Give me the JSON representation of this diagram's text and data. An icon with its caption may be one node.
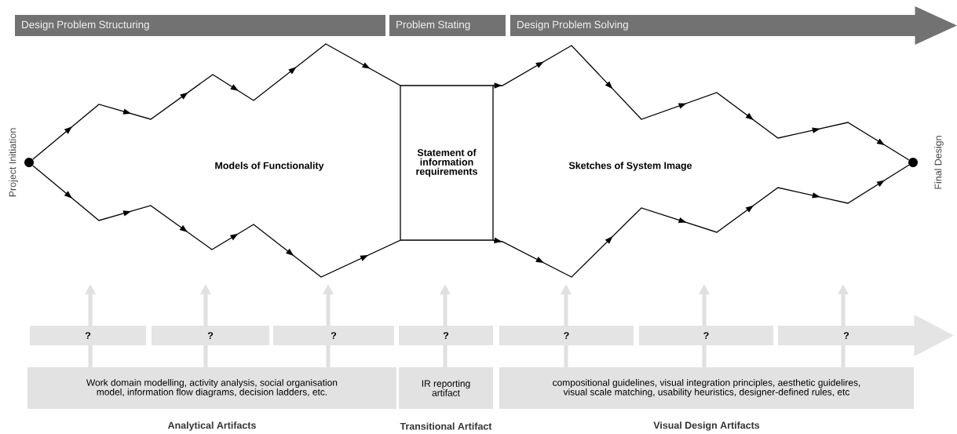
{
  "diagram": {
    "nodes": [
      {
        "text": [
          "Design Problem Structuring"
        ]
      },
      {
        "text": [
          "Problem Stating"
        ]
      },
      {
        "text": [
          "Design Problem Solving"
        ]
      },
      {
        "text": [],
        "shape": "circle",
        "beside": [
          "Project Initiation"
        ]
      },
      {
        "text": [
          "Statement of information requirements"
        ]
      },
      {
        "text": [],
        "shape": "circle",
        "beside": [
          "Final Design"
        ]
      },
      {
        "text": [
          "?"
        ]
      },
      {
        "text": [
          "?"
        ]
      },
      {
        "text": [
          "?"
        ]
      },
      {
        "text": [
          "?"
        ]
      },
      {
        "text": [
          "?"
        ]
      },
      {
        "text": [
          "?"
        ]
      },
      {
        "text": [
          "?"
        ]
      },
      {
        "text": [
          "Work domain modelling, activity analysis, social organisation model, information flow diagrams, decision ladders, etc.",
          "Analytical Artifacts"
        ]
      },
      {
        "text": [
          "IR reporting artifact",
          "Transitional Artifact"
        ]
      },
      {
        "text": [
          "compositional guidelines, visual integration principles, aesthetic guidelires, visual scale matching, usability heuristics, designer-defined rules, etc",
          "Visual Design Artifacts"
        ]
      }
    ],
    "edges": [
      {
        "from": 3,
        "to": 4,
        "arrow": "to",
        "color": "#000000"
      },
      {
        "from": 3,
        "to": 4,
        "arrow": "to",
        "color": "#000000"
      },
      {
        "from": 4,
        "to": 5,
        "arrow": "to",
        "color": "#000000"
      },
      {
        "from": 4,
        "to": 5,
        "arrow": "to",
        "color": "#000000"
      },
      {
        "from": 13,
        "to": null,
        "arrow": "to"
      },
      {
        "from": 13,
        "to": null,
        "arrow": "to"
      },
      {
        "from": 13,
        "to": null,
        "arrow": "to"
      },
      {
        "from": 14,
        "to": null,
        "arrow": "to"
      },
      {
        "from": 15,
        "to": null,
        "arrow": "to"
      },
      {
        "from": 15,
        "to": null,
        "arrow": "to"
      },
      {
        "from": 15,
        "to": null,
        "arrow": "to"
      }
    ],
    "labels": [
      "Models of Functionality",
      "Sketches of System Image"
    ]
  }
}
